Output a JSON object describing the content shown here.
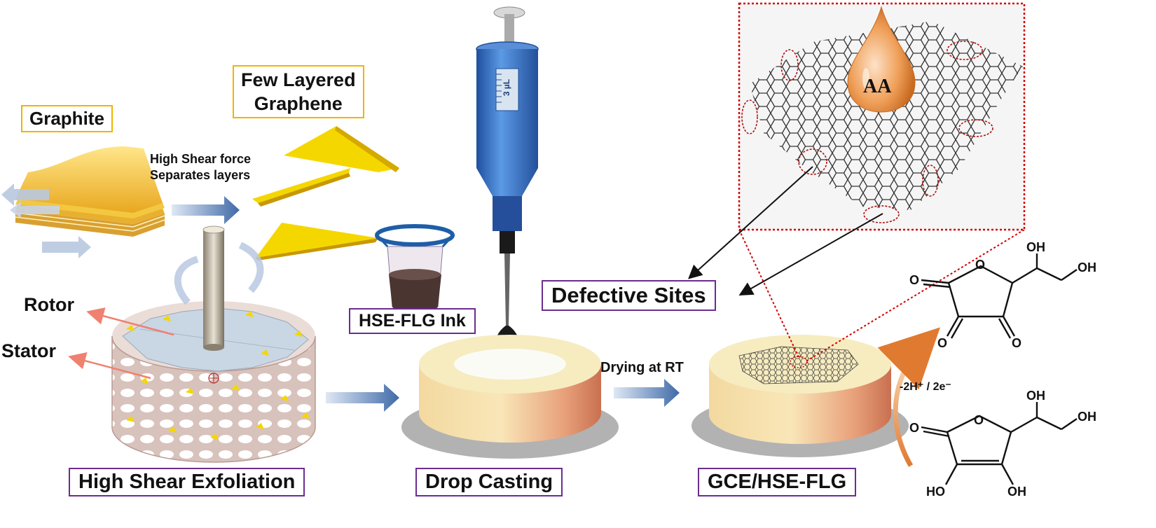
{
  "labels": {
    "graphite": "Graphite",
    "flg_line1": "Few Layered",
    "flg_line2": "Graphene",
    "shear_line1": "High Shear force",
    "shear_line2": "Separates layers",
    "rotor": "Rotor",
    "stator": "Stator",
    "ink": "HSE-FLG Ink",
    "syringe_volume": "3 µL",
    "hse": "High Shear Exfoliation",
    "drop": "Drop Casting",
    "drying": "Drying at RT",
    "defective": "Defective Sites",
    "droplet": "AA",
    "gce": "GCE/HSE-FLG",
    "reaction": "-2H⁺ / 2e⁻"
  },
  "chemistry": {
    "oxidized": {
      "oh_top": "OH",
      "oh_right": "OH",
      "o_ring": "O",
      "o_left": "O",
      "o_bl": "O",
      "o_br": "O"
    },
    "reduced": {
      "oh_top": "OH",
      "oh_right": "OH",
      "o_ring": "O",
      "o_left": "O",
      "oh_bl": "HO",
      "oh_br": "OH"
    }
  },
  "colors": {
    "yellow": "#f5d700",
    "box_yellow": "#f0b400",
    "box_purple": "#6b2d8f",
    "arrow_blue": "#4a6fa5",
    "red_dotted": "#d40000",
    "syringe_blue": "#3f7fd1",
    "electrode": "#f6ecc0"
  }
}
